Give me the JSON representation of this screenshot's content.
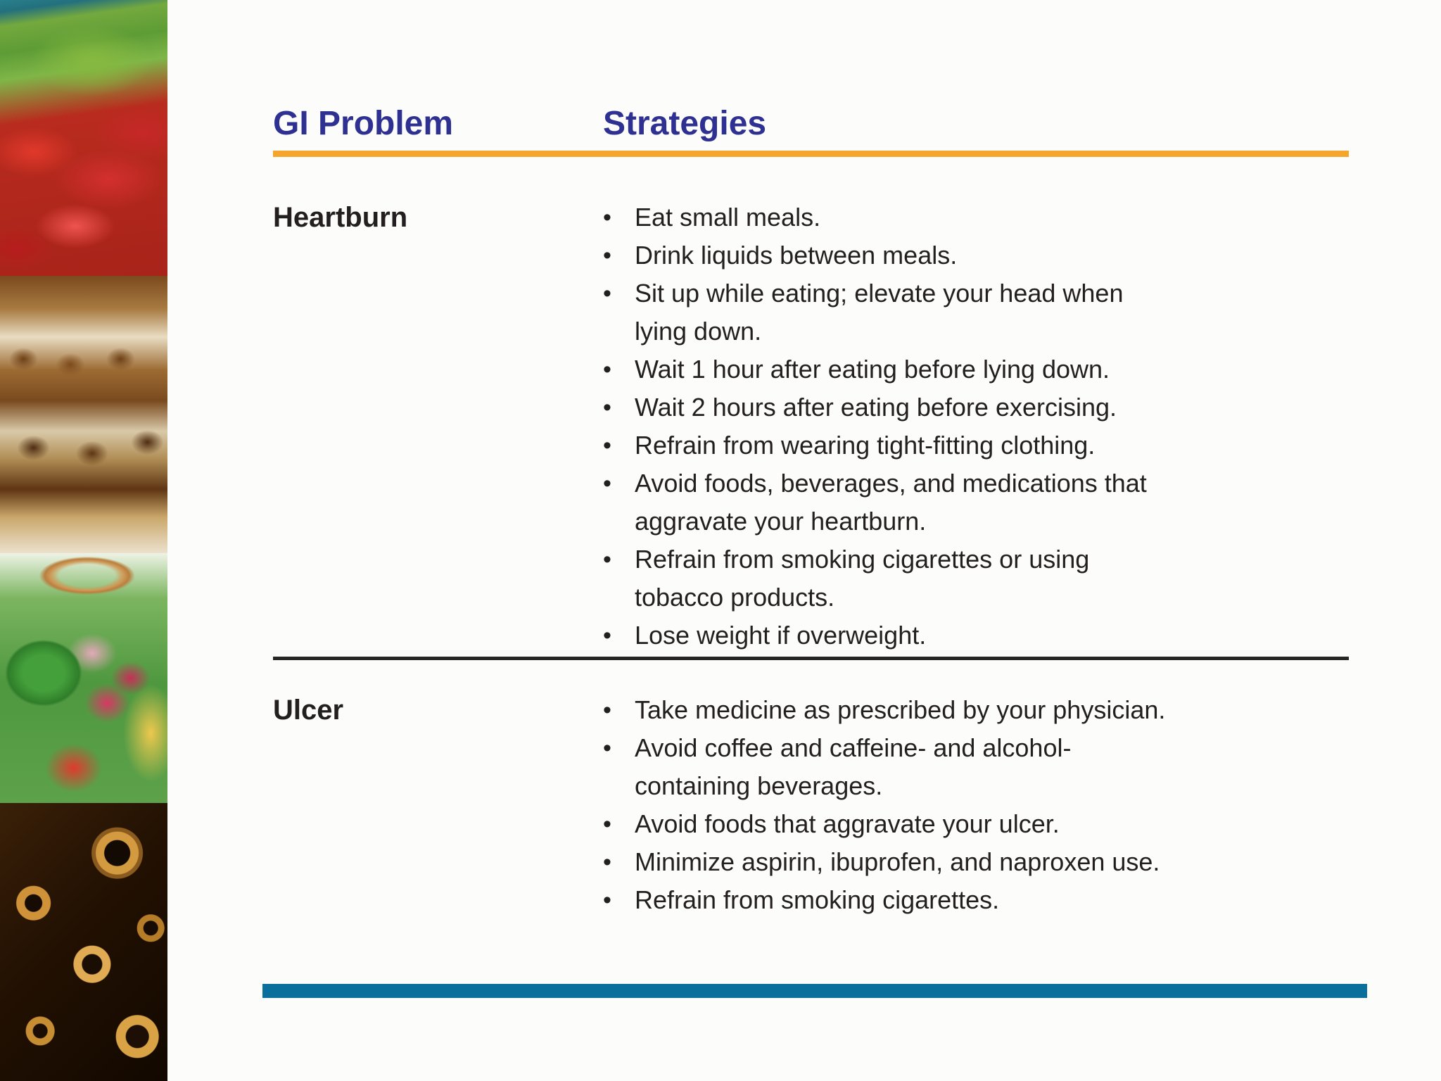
{
  "table": {
    "headers": {
      "problem": "GI Problem",
      "strategies": "Strategies"
    },
    "rows": [
      {
        "problem": "Heartburn",
        "strategies": [
          "Eat small meals.",
          "Drink liquids between meals.",
          "Sit up while eating; elevate your head when lying down.",
          "Wait 1 hour after eating before lying down.",
          "Wait 2 hours after eating before exercising.",
          "Refrain from wearing tight-fitting clothing.",
          "Avoid foods, beverages, and medications that aggravate your heartburn.",
          "Refrain from smoking cigarettes or using tobacco products.",
          "Lose weight if overweight."
        ]
      },
      {
        "problem": "Ulcer",
        "strategies": [
          "Take medicine as prescribed by your physician.",
          "Avoid coffee and caffeine- and alcohol-containing beverages.",
          "Avoid foods that aggravate your ulcer.",
          "Minimize aspirin, ibuprofen, and naproxen use.",
          "Refrain from smoking cigarettes."
        ]
      }
    ],
    "bullet_glyph": "•"
  },
  "sidebar": {
    "photos": [
      {
        "name": "green beans and red chili peppers"
      },
      {
        "name": "assorted pastries and eclairs"
      },
      {
        "name": "basket of fresh vegetables"
      },
      {
        "name": "cinnamon sticks"
      }
    ]
  },
  "colors": {
    "header_text": "#2e3192",
    "header_rule": "#f5a42c",
    "row_divider": "#262626",
    "bottom_bar": "#0a6f9c",
    "body_text": "#231f20",
    "page_background": "#fcfcfa"
  }
}
